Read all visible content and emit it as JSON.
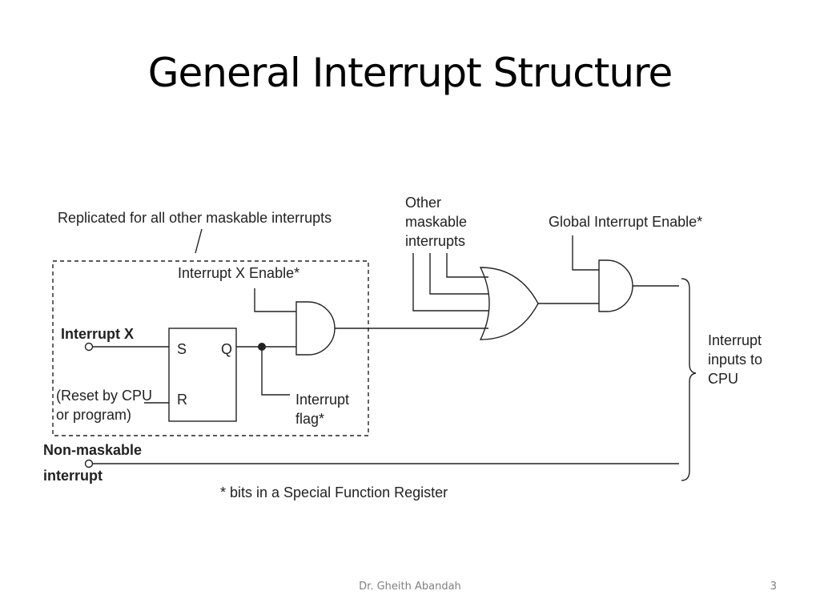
{
  "slide": {
    "title": "General Interrupt Structure",
    "footer_author": "Dr. Gheith Abandah",
    "page_number": "3"
  },
  "diagram": {
    "replicated_note": "Replicated for all other maskable interrupts",
    "interrupt_x": "Interrupt X",
    "reset_line1": "(Reset by CPU",
    "reset_line2": "or program)",
    "latch_s": "S",
    "latch_q": "Q",
    "latch_r": "R",
    "enable_x": "Interrupt X Enable*",
    "flag_line1": "Interrupt",
    "flag_line2": "flag*",
    "other_line1": "Other",
    "other_line2": "maskable",
    "other_line3": "interrupts",
    "global_enable": "Global Interrupt Enable*",
    "cpu_line1": "Interrupt",
    "cpu_line2": "inputs to",
    "cpu_line3": "CPU",
    "nmi_line1": "Non-maskable",
    "nmi_line2": "interrupt",
    "sfr_note": "* bits in a Special Function Register"
  }
}
